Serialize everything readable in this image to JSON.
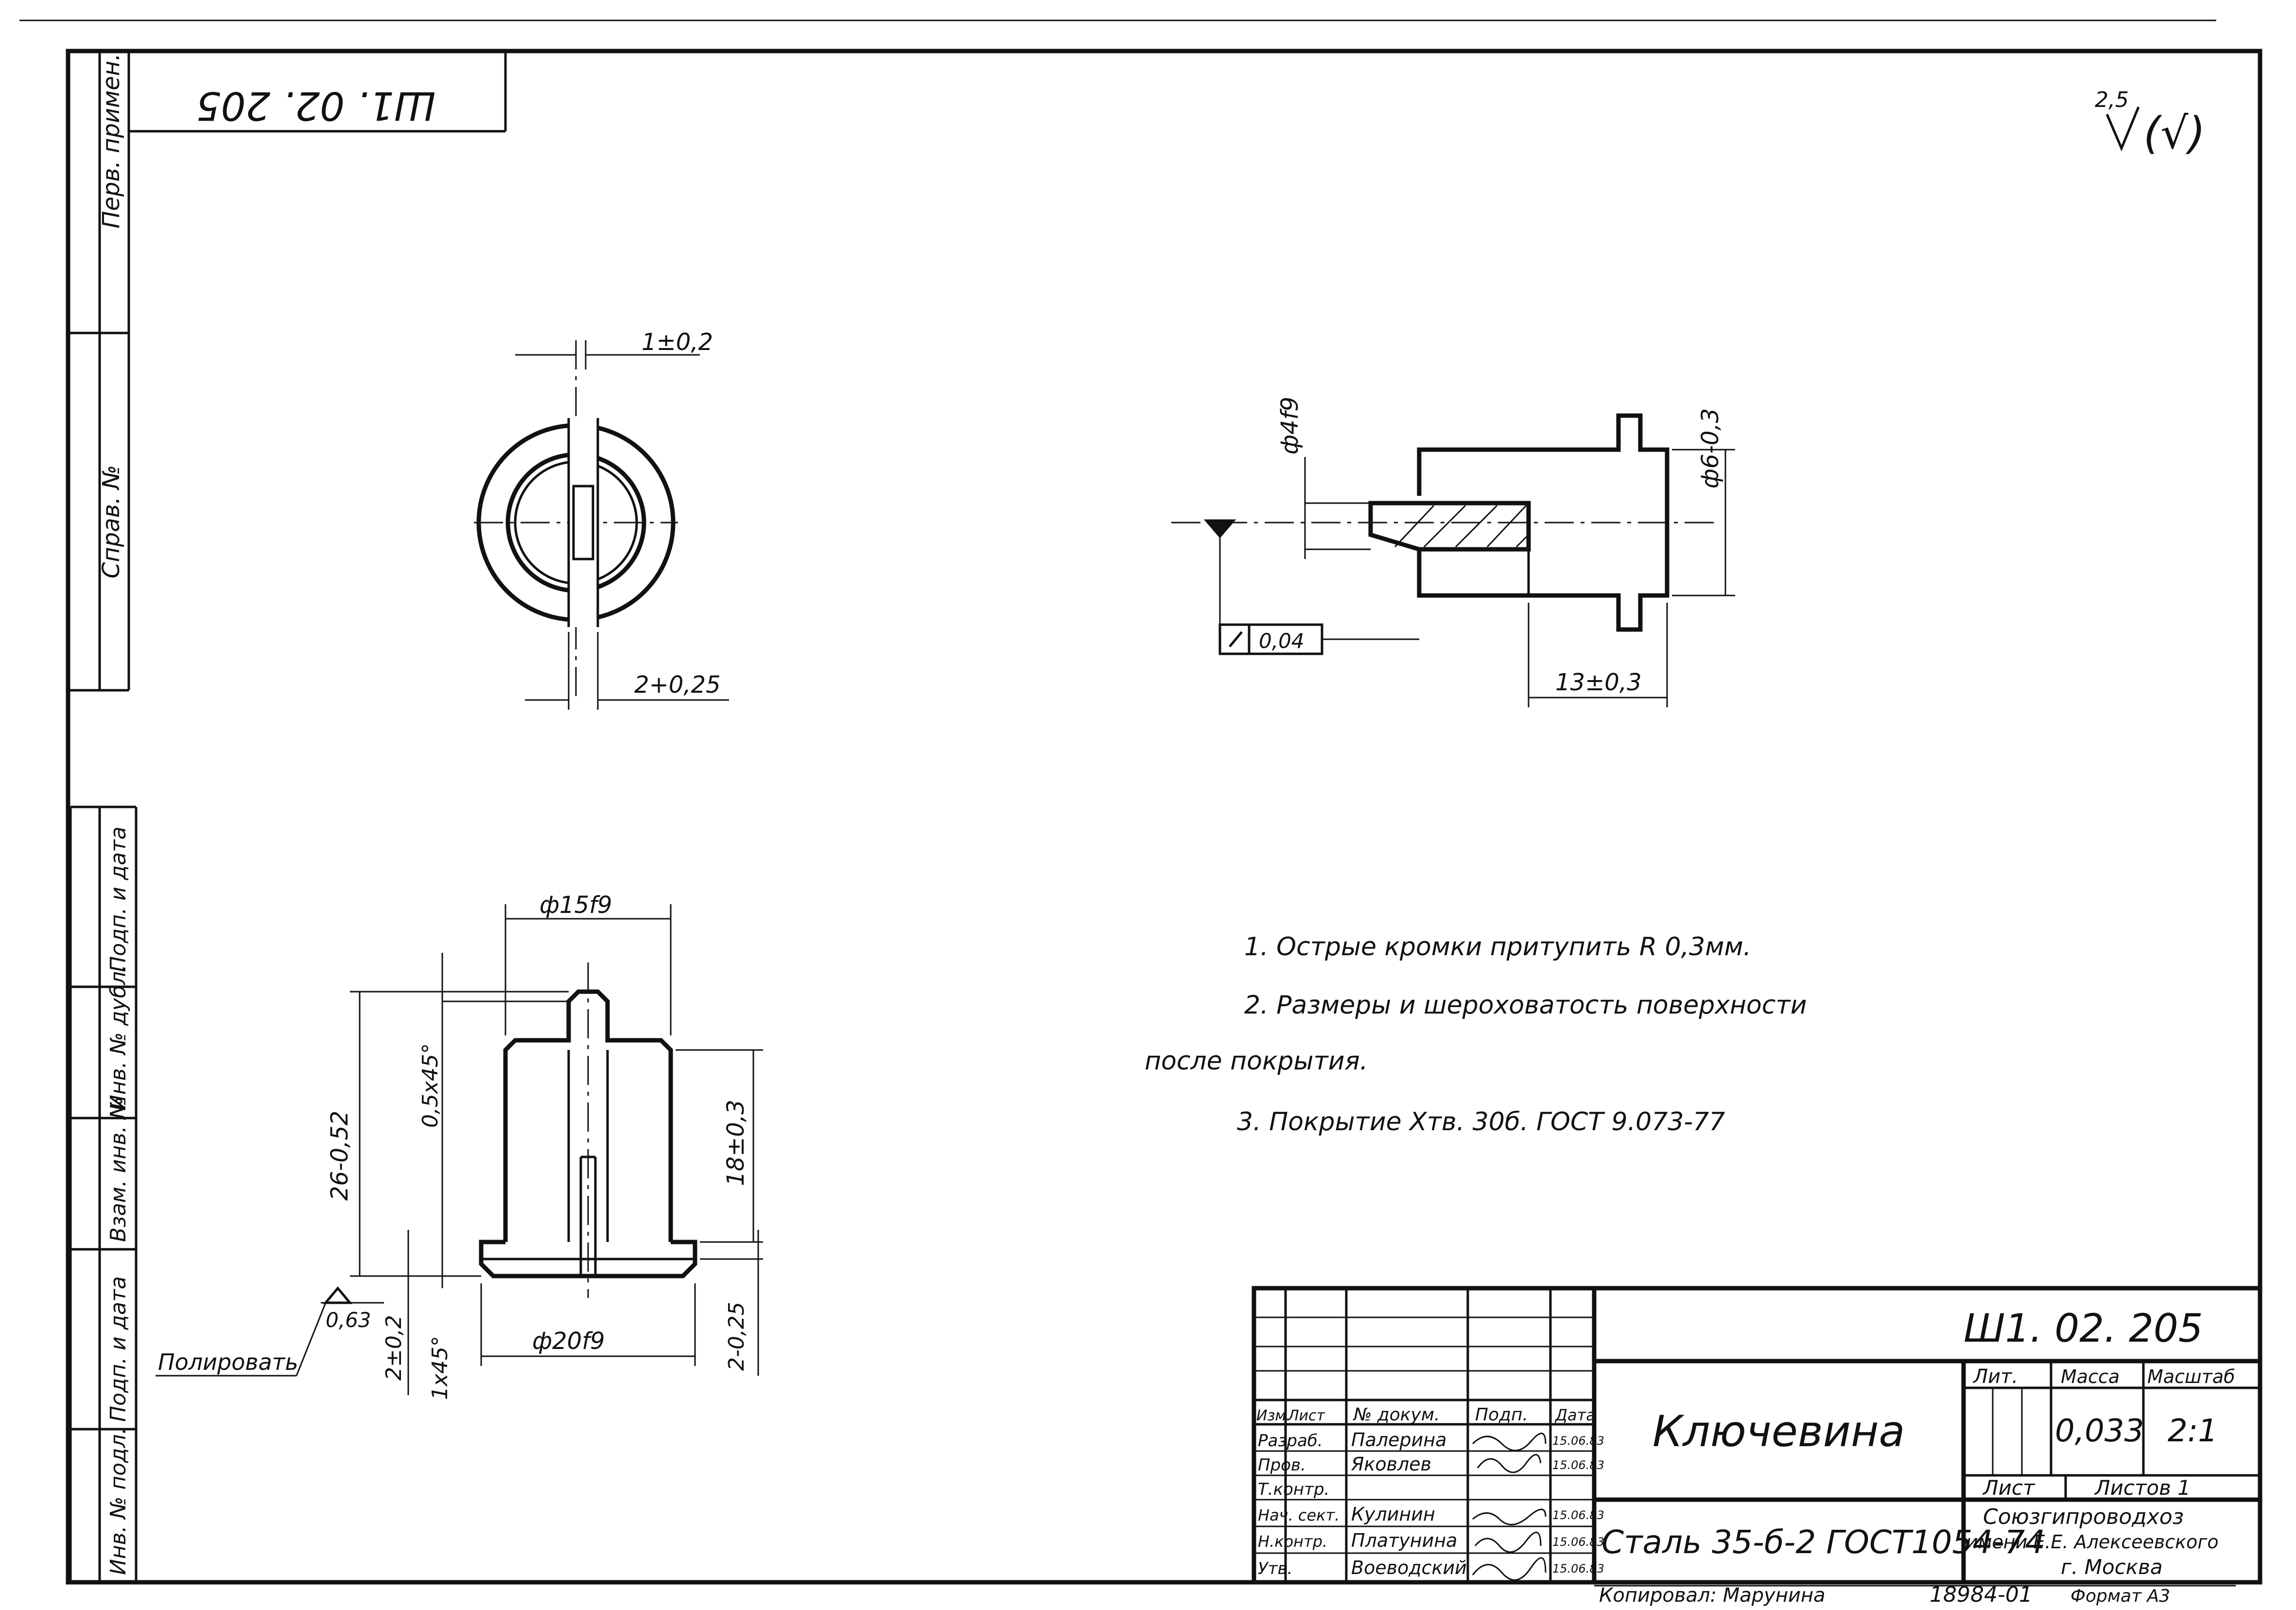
{
  "drawing": {
    "number": "Ш1. 02. 205",
    "top_stamp_number": "Ш1. 02. 205",
    "title": "Ключевина",
    "material": "Сталь 35-б-2 ГОСТ1054-74",
    "mass": "0,033",
    "scale": "2:1",
    "sheets": "Листов 1",
    "sheet_label": "Лист",
    "litera_label": "Лит.",
    "mass_label": "Масса",
    "scale_label": "Масштаб",
    "organization": [
      "Союзгипроводхоз",
      "имени Е.Е. Алексеевского",
      "г. Москва"
    ],
    "copied_by": "Копировал: Марунина",
    "archive_number": "18984-01",
    "format": "Формат А3",
    "roughness_general": "2,5",
    "roughness_paren": "(√)"
  },
  "left_margin": {
    "labels": [
      "Перв. примен.",
      "Справ. №",
      "Подп. и дата",
      "Инв. № дубл.",
      "Взам. инв. №",
      "Подп. и дата",
      "Инв. № подл."
    ]
  },
  "signatures": {
    "header": [
      "Изм.",
      "Лист",
      "№ докум.",
      "Подп.",
      "Дата"
    ],
    "rows": [
      {
        "role": "Разраб.",
        "name": "Палерина",
        "sign": "",
        "date": "15.06.83"
      },
      {
        "role": "Пров.",
        "name": "Яковлев",
        "sign": "",
        "date": "15.06.83"
      },
      {
        "role": "Т.контр.",
        "name": "",
        "sign": "",
        "date": ""
      },
      {
        "role": "Нач. сект.",
        "name": "Кулинин",
        "sign": "",
        "date": "15.06.83"
      },
      {
        "role": "Н.контр.",
        "name": "Платунина",
        "sign": "",
        "date": "15.06.83"
      },
      {
        "role": "Утв.",
        "name": "Воеводский",
        "sign": "",
        "date": "15.06.83"
      }
    ]
  },
  "notes": [
    "1. Острые кромки притупить R 0,3мм.",
    "2. Размеры и шероховатость поверхности",
    "после покрытия.",
    "3. Покрытие Хтв. 30б. ГОСТ 9.073-77"
  ],
  "dimensions": {
    "slot_top": "1±0,2",
    "slot_bottom": "2+0,25",
    "dia_top": "ф15f9",
    "length_total": "26-0,52",
    "chamfer_top": "0,5х45°",
    "length_body": "18±0,3",
    "dia_bottom": "ф20f9",
    "flange_height": "2±0,2",
    "chamfer_bottom": "1х45°",
    "flange_width": "2-0,25",
    "roughness_polish": "0,63",
    "polish_label": "Полировать",
    "section_dia_small": "ф4f9",
    "section_dia": "ф6-0,3",
    "runout": "0,04",
    "section_length": "13±0,3"
  }
}
